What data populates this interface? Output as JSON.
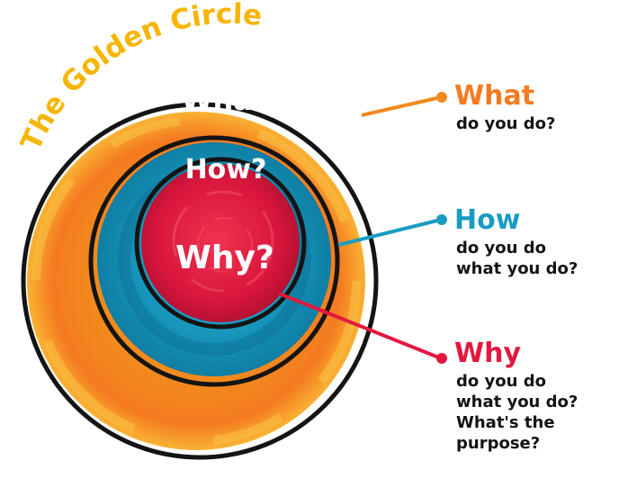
{
  "title": "The Golden Circle",
  "rings": {
    "what_label": "What?",
    "how_label": "How?",
    "why_label": "Why?"
  },
  "callouts": {
    "what": {
      "heading": "What",
      "lines": [
        "do you do?"
      ]
    },
    "how": {
      "heading": "How",
      "lines": [
        "do you do",
        "what you do?"
      ]
    },
    "why": {
      "heading": "Why",
      "lines": [
        "do you do",
        "what you do?",
        "What's the",
        "purpose?"
      ]
    }
  },
  "colors": {
    "what": "#f47b20",
    "how": "#1a9cc2",
    "why": "#e3183f",
    "title": "#f7b500",
    "text": "#141414",
    "outline": "#141414"
  }
}
